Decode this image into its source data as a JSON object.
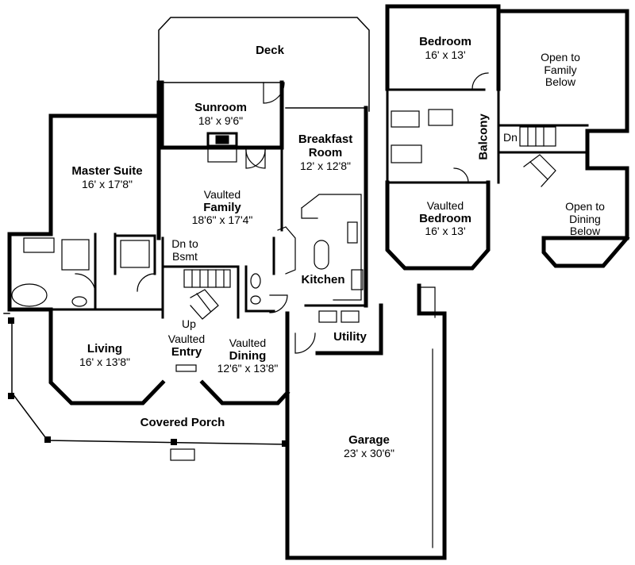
{
  "rooms": {
    "deck": {
      "name": "Deck"
    },
    "sunroom": {
      "name": "Sunroom",
      "size": "18' x 9'6\""
    },
    "breakfast": {
      "name_line1": "Breakfast",
      "name_line2": "Room",
      "size": "12' x 12'8\""
    },
    "family": {
      "prefix": "Vaulted",
      "name": "Family",
      "size": "18'6\" x 17'4\""
    },
    "master": {
      "name": "Master Suite",
      "size": "16' x 17'8\""
    },
    "kitchen": {
      "name": "Kitchen"
    },
    "living": {
      "name": "Living",
      "size": "16' x 13'8\""
    },
    "entry": {
      "prefix": "Vaulted",
      "name": "Entry"
    },
    "dining": {
      "prefix": "Vaulted",
      "name": "Dining",
      "size": "12'6\" x 13'8\""
    },
    "utility": {
      "name": "Utility"
    },
    "porch": {
      "name": "Covered Porch"
    },
    "garage": {
      "name": "Garage",
      "size": "23' x 30'6\""
    },
    "bedroom_upper": {
      "name": "Bedroom",
      "size": "16' x 13'"
    },
    "bedroom_lower": {
      "prefix": "Vaulted",
      "name": "Bedroom",
      "size": "16' x 13'"
    },
    "balcony": {
      "name": "Balcony"
    },
    "open_family": {
      "line1": "Open to",
      "line2": "Family",
      "line3": "Below"
    },
    "open_dining": {
      "line1": "Open to",
      "line2": "Dining",
      "line3": "Below"
    }
  },
  "stairs": {
    "dn_bsmt_line1": "Dn to",
    "dn_bsmt_line2": "Bsmt",
    "up": "Up",
    "dn_upper": "Dn"
  }
}
